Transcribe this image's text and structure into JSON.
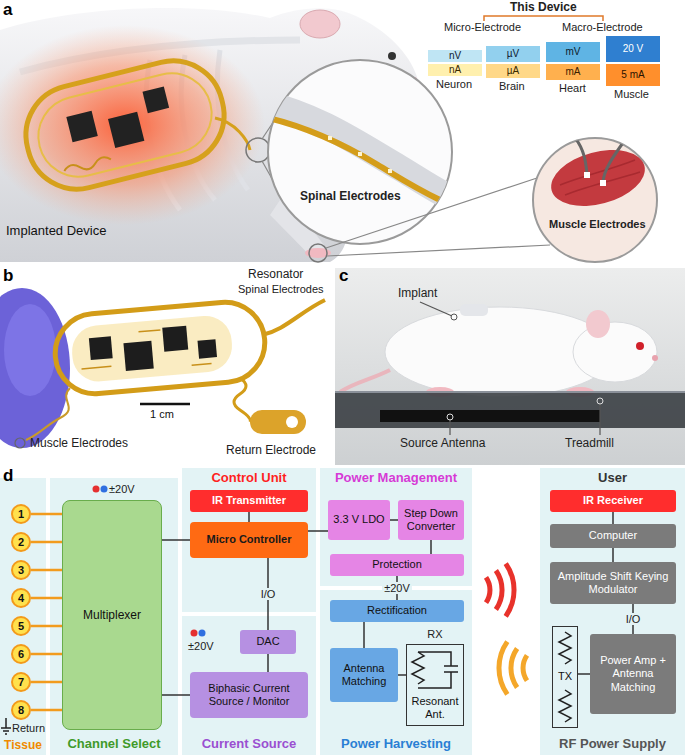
{
  "diagram": {
    "nodes": [
      {
        "text": [
          "nV"
        ]
      },
      {
        "text": [
          "µV"
        ]
      },
      {
        "text": [
          "mV"
        ]
      },
      {
        "text": [
          "20 V"
        ]
      },
      {
        "text": [
          "nA"
        ]
      },
      {
        "text": [
          "µA"
        ]
      },
      {
        "text": [
          "mA"
        ]
      },
      {
        "text": [
          "5 mA"
        ]
      },
      {
        "text": [
          "Tissue"
        ]
      },
      {
        "text": [
          "1"
        ],
        "in": 8
      },
      {
        "text": [
          "2"
        ],
        "in": 8
      },
      {
        "text": [
          "3"
        ],
        "in": 8
      },
      {
        "text": [
          "4"
        ],
        "in": 8
      },
      {
        "text": [
          "5"
        ],
        "in": 8
      },
      {
        "text": [
          "6"
        ],
        "in": 8
      },
      {
        "text": [
          "7"
        ],
        "in": 8
      },
      {
        "text": [
          "8"
        ],
        "in": 8
      },
      {
        "text": [
          "Channel Select"
        ]
      },
      {
        "text": [
          "Multiplexer"
        ],
        "in": 17
      },
      {
        "text": [
          "Control Unit"
        ]
      },
      {
        "text": [
          "IR Transmitter"
        ],
        "in": 19
      },
      {
        "text": [
          "Micro Controller"
        ],
        "in": 19
      },
      {
        "text": [
          "Current Source"
        ]
      },
      {
        "text": [
          "DAC"
        ],
        "in": 22
      },
      {
        "text": [
          "Biphasic Current Source / Monitor"
        ],
        "in": 22
      },
      {
        "text": [
          "Power Management"
        ]
      },
      {
        "text": [
          "3.3 V LDO"
        ],
        "in": 25
      },
      {
        "text": [
          "Step Down Converter"
        ],
        "in": 25
      },
      {
        "text": [
          "Protection"
        ],
        "in": 25
      },
      {
        "text": [
          "Power Harvesting"
        ]
      },
      {
        "text": [
          "Rectification"
        ],
        "in": 29
      },
      {
        "text": [
          "Antenna Matching"
        ],
        "in": 29
      },
      {
        "text": [
          "RX",
          "Resonant Ant."
        ],
        "in": 29
      },
      {
        "text": [
          "User",
          "RF Power Supply"
        ]
      },
      {
        "text": [
          "IR Receiver"
        ],
        "in": 33
      },
      {
        "text": [
          "Computer"
        ],
        "in": 33
      },
      {
        "text": [
          "Amplitude Shift Keying Modulator"
        ],
        "in": 33
      },
      {
        "text": [
          "TX"
        ],
        "in": 33
      },
      {
        "text": [
          "Power Amp + Antenna Matching"
        ],
        "in": 33
      }
    ],
    "edges": [
      {
        "from": 9,
        "to": 18,
        "arrow": "none"
      },
      {
        "from": 10,
        "to": 18,
        "arrow": "none"
      },
      {
        "from": 11,
        "to": 18,
        "arrow": "none"
      },
      {
        "from": 12,
        "to": 18,
        "arrow": "none"
      },
      {
        "from": 13,
        "to": 18,
        "arrow": "none"
      },
      {
        "from": 14,
        "to": 18,
        "arrow": "none"
      },
      {
        "from": 15,
        "to": 18,
        "arrow": "none"
      },
      {
        "from": 16,
        "to": 18,
        "arrow": "none"
      },
      {
        "from": 18,
        "to": 21,
        "arrow": "none"
      },
      {
        "from": 20,
        "to": 21,
        "arrow": "none"
      },
      {
        "from": 21,
        "to": 23,
        "label": "I/O",
        "arrow": "none"
      },
      {
        "from": 23,
        "to": 24,
        "arrow": "none"
      },
      {
        "from": 24,
        "to": 18,
        "arrow": "none"
      },
      {
        "from": 26,
        "to": 21,
        "arrow": "none"
      },
      {
        "from": 26,
        "to": 27,
        "arrow": "none"
      },
      {
        "from": 27,
        "to": 28,
        "arrow": "none"
      },
      {
        "from": 28,
        "to": 30,
        "label": "±20V",
        "arrow": "none"
      },
      {
        "from": 30,
        "to": 31,
        "arrow": "none"
      },
      {
        "from": 31,
        "to": 32,
        "arrow": "none"
      },
      {
        "from": 34,
        "to": 35,
        "arrow": "none"
      },
      {
        "from": 35,
        "to": 36,
        "arrow": "none"
      },
      {
        "from": 36,
        "to": 38,
        "label": "I/O",
        "arrow": "none"
      },
      {
        "from": 37,
        "to": 38,
        "arrow": "none"
      }
    ],
    "labels": [
      "a",
      "This Device",
      "Micro-Electrode",
      "Macro-Electrode",
      "Neuron",
      "Brain",
      "Heart",
      "Muscle",
      "Implanted Device",
      "Spinal Electrodes",
      "Muscle Electrodes",
      "b",
      "Resonator",
      "Spinal Electrodes",
      "Muscle Electrodes",
      "Return Electrode",
      "1 cm",
      "c",
      "Implant",
      "Source Antenna",
      "Treadmill",
      "d",
      "±20V",
      "±20V",
      "Return"
    ]
  }
}
